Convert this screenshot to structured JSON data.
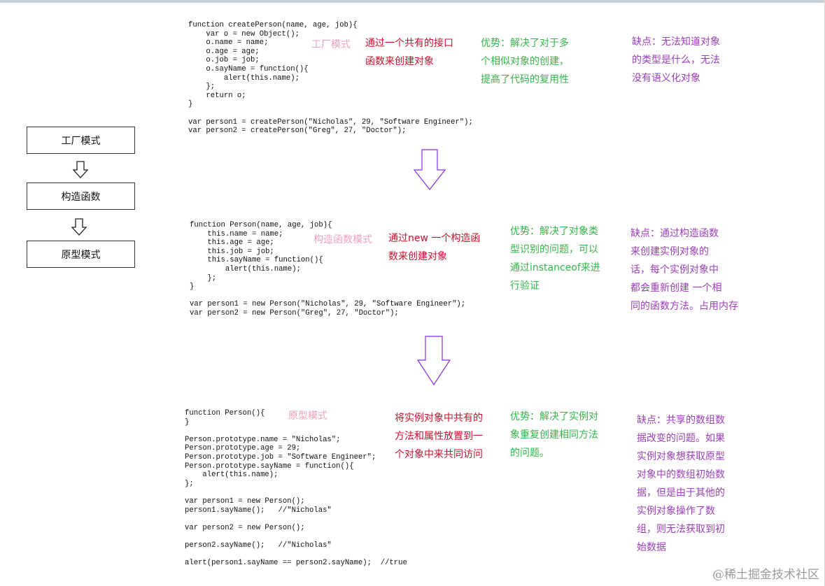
{
  "flow": {
    "box1": "工厂模式",
    "box2": "构造函数",
    "box3": "原型模式"
  },
  "factory": {
    "code": "function createPerson(name, age, job){\n    var o = new Object();\n    o.name = name;\n    o.age = age;\n    o.job = job;\n    o.sayName = function(){\n        alert(this.name);\n    };\n    return o;\n}\n\nvar person1 = createPerson(\"Nicholas\", 29, \"Software Engineer\");\nvar person2 = createPerson(\"Greg\", 27, \"Doctor\");",
    "label": "工厂模式",
    "desc": "通过一个共有的接口\n函数来创建对象",
    "pros": "优势：解决了对于多\n个相似对象的创建，\n提高了代码的复用性",
    "cons": "缺点：无法知道对象\n的类型是什么，无法\n没有语义化对象"
  },
  "constructor": {
    "code": "function Person(name, age, job){\n    this.name = name;\n    this.age = age;\n    this.job = job;\n    this.sayName = function(){\n        alert(this.name);\n    };\n}\n\nvar person1 = new Person(\"Nicholas\", 29, \"Software Engineer\");\nvar person2 = new Person(\"Greg\", 27, \"Doctor\");",
    "label": "构造函数模式",
    "desc": "通过new 一个构造函\n数来创建对象",
    "pros": "优势：解决了对象类\n型识别的问题，可以\n通过instanceof来进\n行验证",
    "cons": "缺点：通过构造函数\n来创建实例对象的\n话，每个实例对象中\n都会重新创建 一个相\n同的函数方法。占用内存"
  },
  "prototype": {
    "code": "function Person(){\n}\n\nPerson.prototype.name = \"Nicholas\";\nPerson.prototype.age = 29;\nPerson.prototype.job = \"Software Engineer\";\nPerson.prototype.sayName = function(){\n    alert(this.name);\n};\n\nvar person1 = new Person();\nperson1.sayName();   //\"Nicholas\"\n\nvar person2 = new Person();\n\nperson2.sayName();   //\"Nicholas\"\n\nalert(person1.sayName == person2.sayName);  //true",
    "label": "原型模式",
    "desc": "将实例对象中共有的\n方法和属性放置到一\n个对象中来共同访问",
    "pros": "优势：解决了实例对\n象重复创建相同方法\n的问题。",
    "cons": "缺点：共享的数组数\n据改变的问题。如果\n实例对象想获取原型\n对象中的数组初始数\n据，但是由于其他的\n实例对象操作了数\n组，则无法获取到初\n始数据"
  },
  "watermark": "@稀土掘金技术社区",
  "colors": {
    "label": "#f0a0bd",
    "desc": "#c8102e",
    "pros": "#35b44a",
    "cons": "#9a3fb8",
    "arrow": "#8a2be2"
  }
}
